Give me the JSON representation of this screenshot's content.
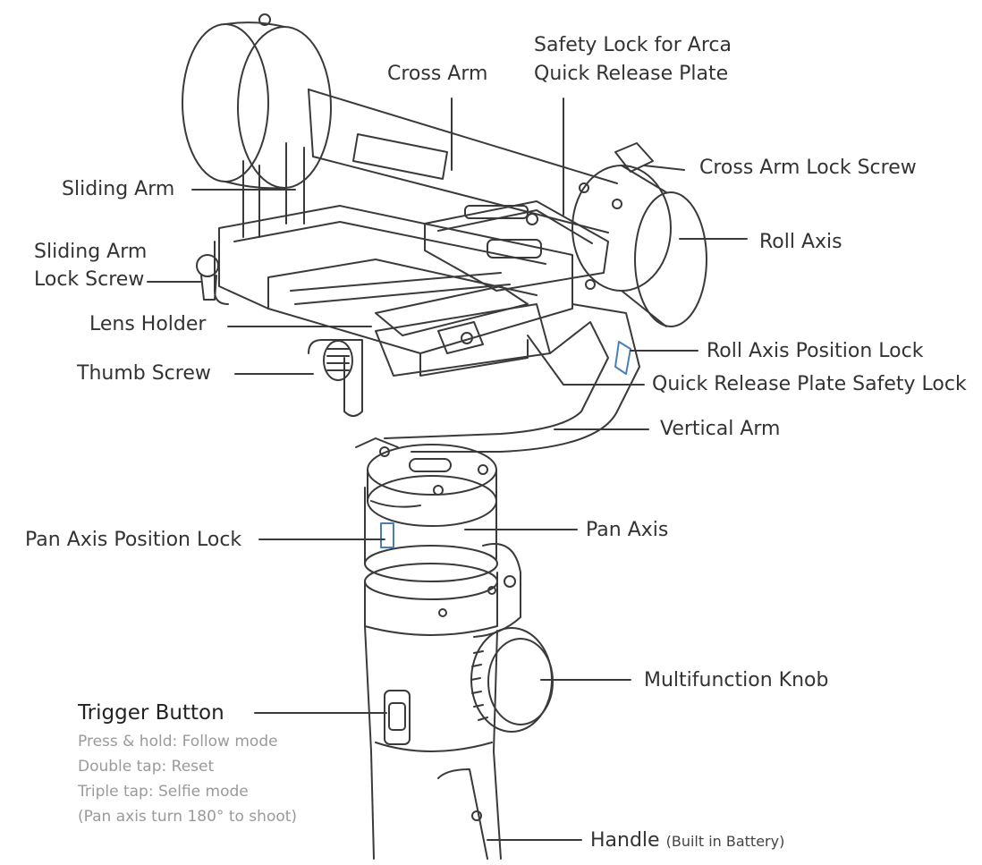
{
  "labels": {
    "cross_arm": "Cross Arm",
    "safety_lock_line1": "Safety Lock for Arca",
    "safety_lock_line2": "Quick Release Plate",
    "cross_arm_lock_screw": "Cross Arm Lock Screw",
    "sliding_arm": "Sliding Arm",
    "roll_axis": "Roll Axis",
    "sliding_arm_lock_line1": "Sliding Arm",
    "sliding_arm_lock_line2": "Lock Screw",
    "lens_holder": "Lens Holder",
    "roll_axis_position_lock": "Roll Axis Position Lock",
    "thumb_screw": "Thumb Screw",
    "quick_release_plate_safety_lock": "Quick Release Plate Safety Lock",
    "vertical_arm": "Vertical Arm",
    "pan_axis_position_lock": "Pan Axis Position Lock",
    "pan_axis": "Pan Axis",
    "multifunction_knob": "Multifunction Knob",
    "trigger_button": "Trigger Button",
    "handle": "Handle",
    "handle_note": "(Built in Battery)"
  },
  "trigger_notes": [
    "Press & hold: Follow mode",
    "Double tap: Reset",
    "Triple tap: Selfie mode",
    "(Pan axis turn 180° to shoot)"
  ],
  "colors": {
    "line": "#3a3a3a",
    "label": "#333333",
    "note": "#9a9a9a",
    "lock_accent": "#4a7fb5"
  }
}
